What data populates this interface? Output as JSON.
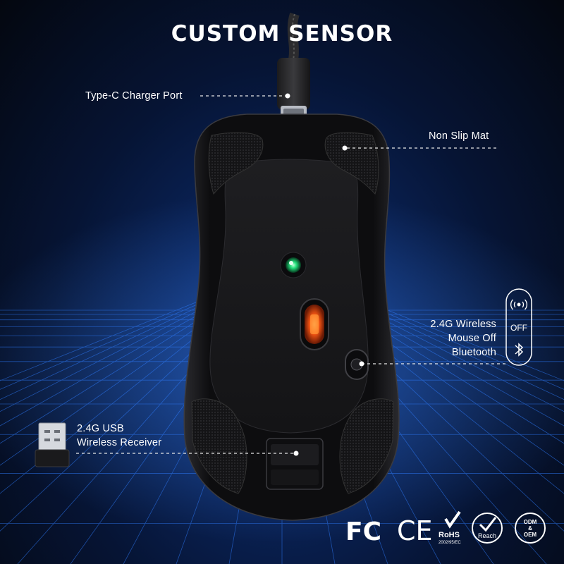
{
  "title": "CUSTOM SENSOR",
  "callouts": {
    "charger_port": "Type-C Charger Port",
    "non_slip_mat": "Non Slip Mat",
    "mode_switch": [
      "2.4G Wireless",
      "Mouse Off",
      "Bluetooth"
    ],
    "receiver": [
      "2.4G USB",
      "Wireless Receiver"
    ]
  },
  "switch_icon": {
    "off_label": "OFF"
  },
  "certifications": {
    "fc": "FC",
    "ce": "CE",
    "rohs": "RoHS",
    "rohs_sub": "2002/95/EC",
    "reach": "Reach",
    "odm_line1": "ODM",
    "odm_amp": "&",
    "odm_line2": "OEM"
  },
  "colors": {
    "background": "#06132e",
    "text": "#ffffff",
    "grid": "#2f7dff",
    "led_red": "#ff5a14",
    "led_green": "#21e07a"
  }
}
